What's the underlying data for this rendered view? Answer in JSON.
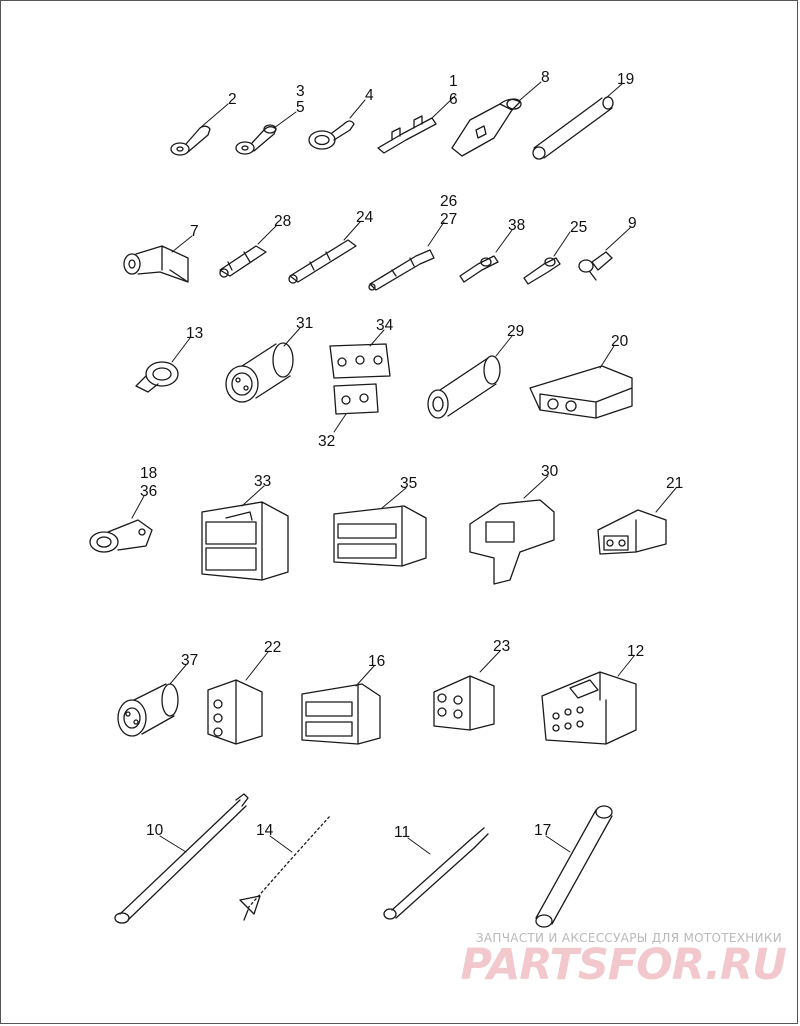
{
  "callouts": [
    "2",
    "3",
    "5",
    "4",
    "1",
    "6",
    "8",
    "19",
    "7",
    "28",
    "24",
    "26",
    "27",
    "38",
    "25",
    "9",
    "13",
    "31",
    "34",
    "29",
    "20",
    "32",
    "18",
    "36",
    "33",
    "35",
    "30",
    "21",
    "37",
    "22",
    "16",
    "23",
    "12",
    "10",
    "14",
    "11",
    "17"
  ],
  "watermark": {
    "tagline": "ЗАПЧАСТИ И АКСЕССУАРЫ ДЛЯ МОТОТЕХНИКИ",
    "logo": "PARTSFOR.RU"
  },
  "footer": "",
  "colors": {
    "line": "#1a1a1a",
    "watermark": "#f2c8cd"
  }
}
